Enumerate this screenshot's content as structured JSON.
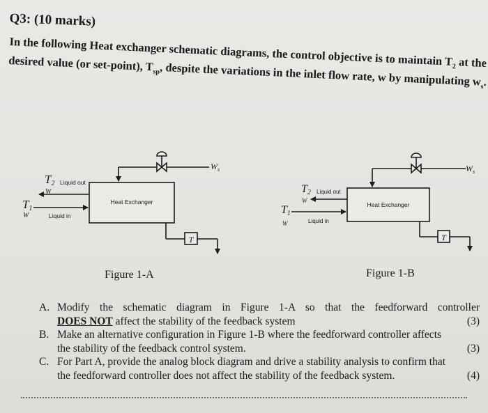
{
  "question": {
    "title": "Q3: (10 marks)",
    "intro_line1": "In the following Heat exchanger schematic diagrams, the control objective is to maintain T",
    "intro_line1_sub": "2",
    "intro_line1_end": " at the",
    "intro_line2_a": "desired value (or set-point), T",
    "intro_line2_sub": "sp",
    "intro_line2_b": ", despite the variations in the inlet flow rate, w by manipulating w",
    "intro_line2_sub2": "s",
    "intro_line2_end": "."
  },
  "figure_a": {
    "caption": "Figure 1-A",
    "box_label": "Heat Exchanger",
    "t2_label": "T",
    "t2_sub": "2",
    "liquid_out": "Liquid out",
    "w_top": "W",
    "t1_label": "T",
    "t1_sub": "1",
    "w_bottom": "W",
    "liquid_in": "Liquid in",
    "ws_label": "W",
    "ws_sub": "s",
    "sensor_label": "T"
  },
  "figure_b": {
    "caption": "Figure 1-B",
    "box_label": "Heat Exchanger",
    "t2_label": "T",
    "t2_sub": "2",
    "liquid_out": "Liquid out",
    "w_top": "W",
    "t1_label": "T",
    "t1_sub": "1",
    "w_bottom": "W",
    "liquid_in": "Liquid in",
    "ws_label": "W",
    "ws_sub": "s",
    "sensor_label": "T"
  },
  "parts": [
    {
      "letter": "A.",
      "line1": "Modify the schematic diagram in Figure 1-A so that the feedforward controller",
      "line2_ul": "DOES NOT",
      "line2_rest": " affect the stability of the feedback system",
      "marks": "(3)"
    },
    {
      "letter": "B.",
      "line1": "Make an alternative configuration in Figure 1-B where the feedforward controller affects",
      "line2": "the stability of the feedback control system.",
      "marks": "(3)"
    },
    {
      "letter": "C.",
      "line1": "For Part A, provide the analog block diagram and drive a stability analysis to confirm that",
      "line2": "the feedforward controller does not affect the stability of the feedback system.",
      "marks": "(4)"
    }
  ]
}
